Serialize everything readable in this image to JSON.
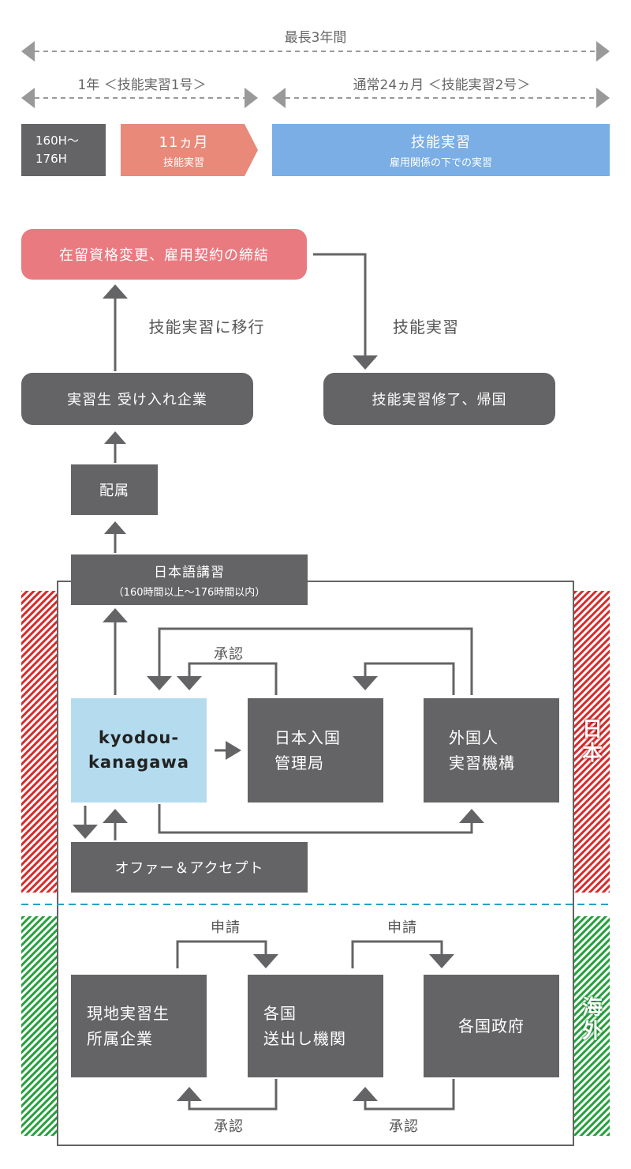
{
  "timeline": {
    "max_period": "最長3年間",
    "phase1": "1年 ＜技能実習1号＞",
    "phase2": "通常24ヵ月 ＜技能実習2号＞",
    "hours_line1": "160H〜",
    "hours_line2": "176H",
    "months11_title": "11ヵ月",
    "months11_sub": "技能実習",
    "training_title": "技能実習",
    "training_sub": "雇用関係の下での実習"
  },
  "flow": {
    "status_change": "在留資格変更、雇用契約の締結",
    "shift_label": "技能実習に移行",
    "training_label": "技能実習",
    "host_company": "実習生 受け入れ企業",
    "completion": "技能実習修了、帰国",
    "assignment": "配属",
    "japanese_course": "日本語講習",
    "japanese_course_hours": "（160時間以上〜176時間以内）",
    "approval_top": "承認",
    "kyodou_line1": "kyodou-",
    "kyodou_line2": "kanagawa",
    "immigration_line1": "日本入国",
    "immigration_line2": "管理局",
    "otit_line1": "外国人",
    "otit_line2": "実習機構",
    "offer_accept": "オファー＆アクセプト",
    "japan_label": "日本",
    "overseas_label": "海外",
    "apply_left": "申請",
    "apply_right": "申請",
    "local_company_line1": "現地実習生",
    "local_company_line2": "所属企業",
    "sending_org_line1": "各国",
    "sending_org_line2": "送出し機関",
    "government": "各国政府",
    "approval_bottom_left": "承認",
    "approval_bottom_right": "承認"
  },
  "colors": {
    "dark_box": "#646466",
    "salmon": "#e9897a",
    "blue": "#7aaee5",
    "pink": "#e97a80",
    "light_blue": "#b5dcee",
    "japan_red": "#d82a2a",
    "overseas_green": "#25a03c",
    "divider_blue": "#2a9fc4"
  }
}
